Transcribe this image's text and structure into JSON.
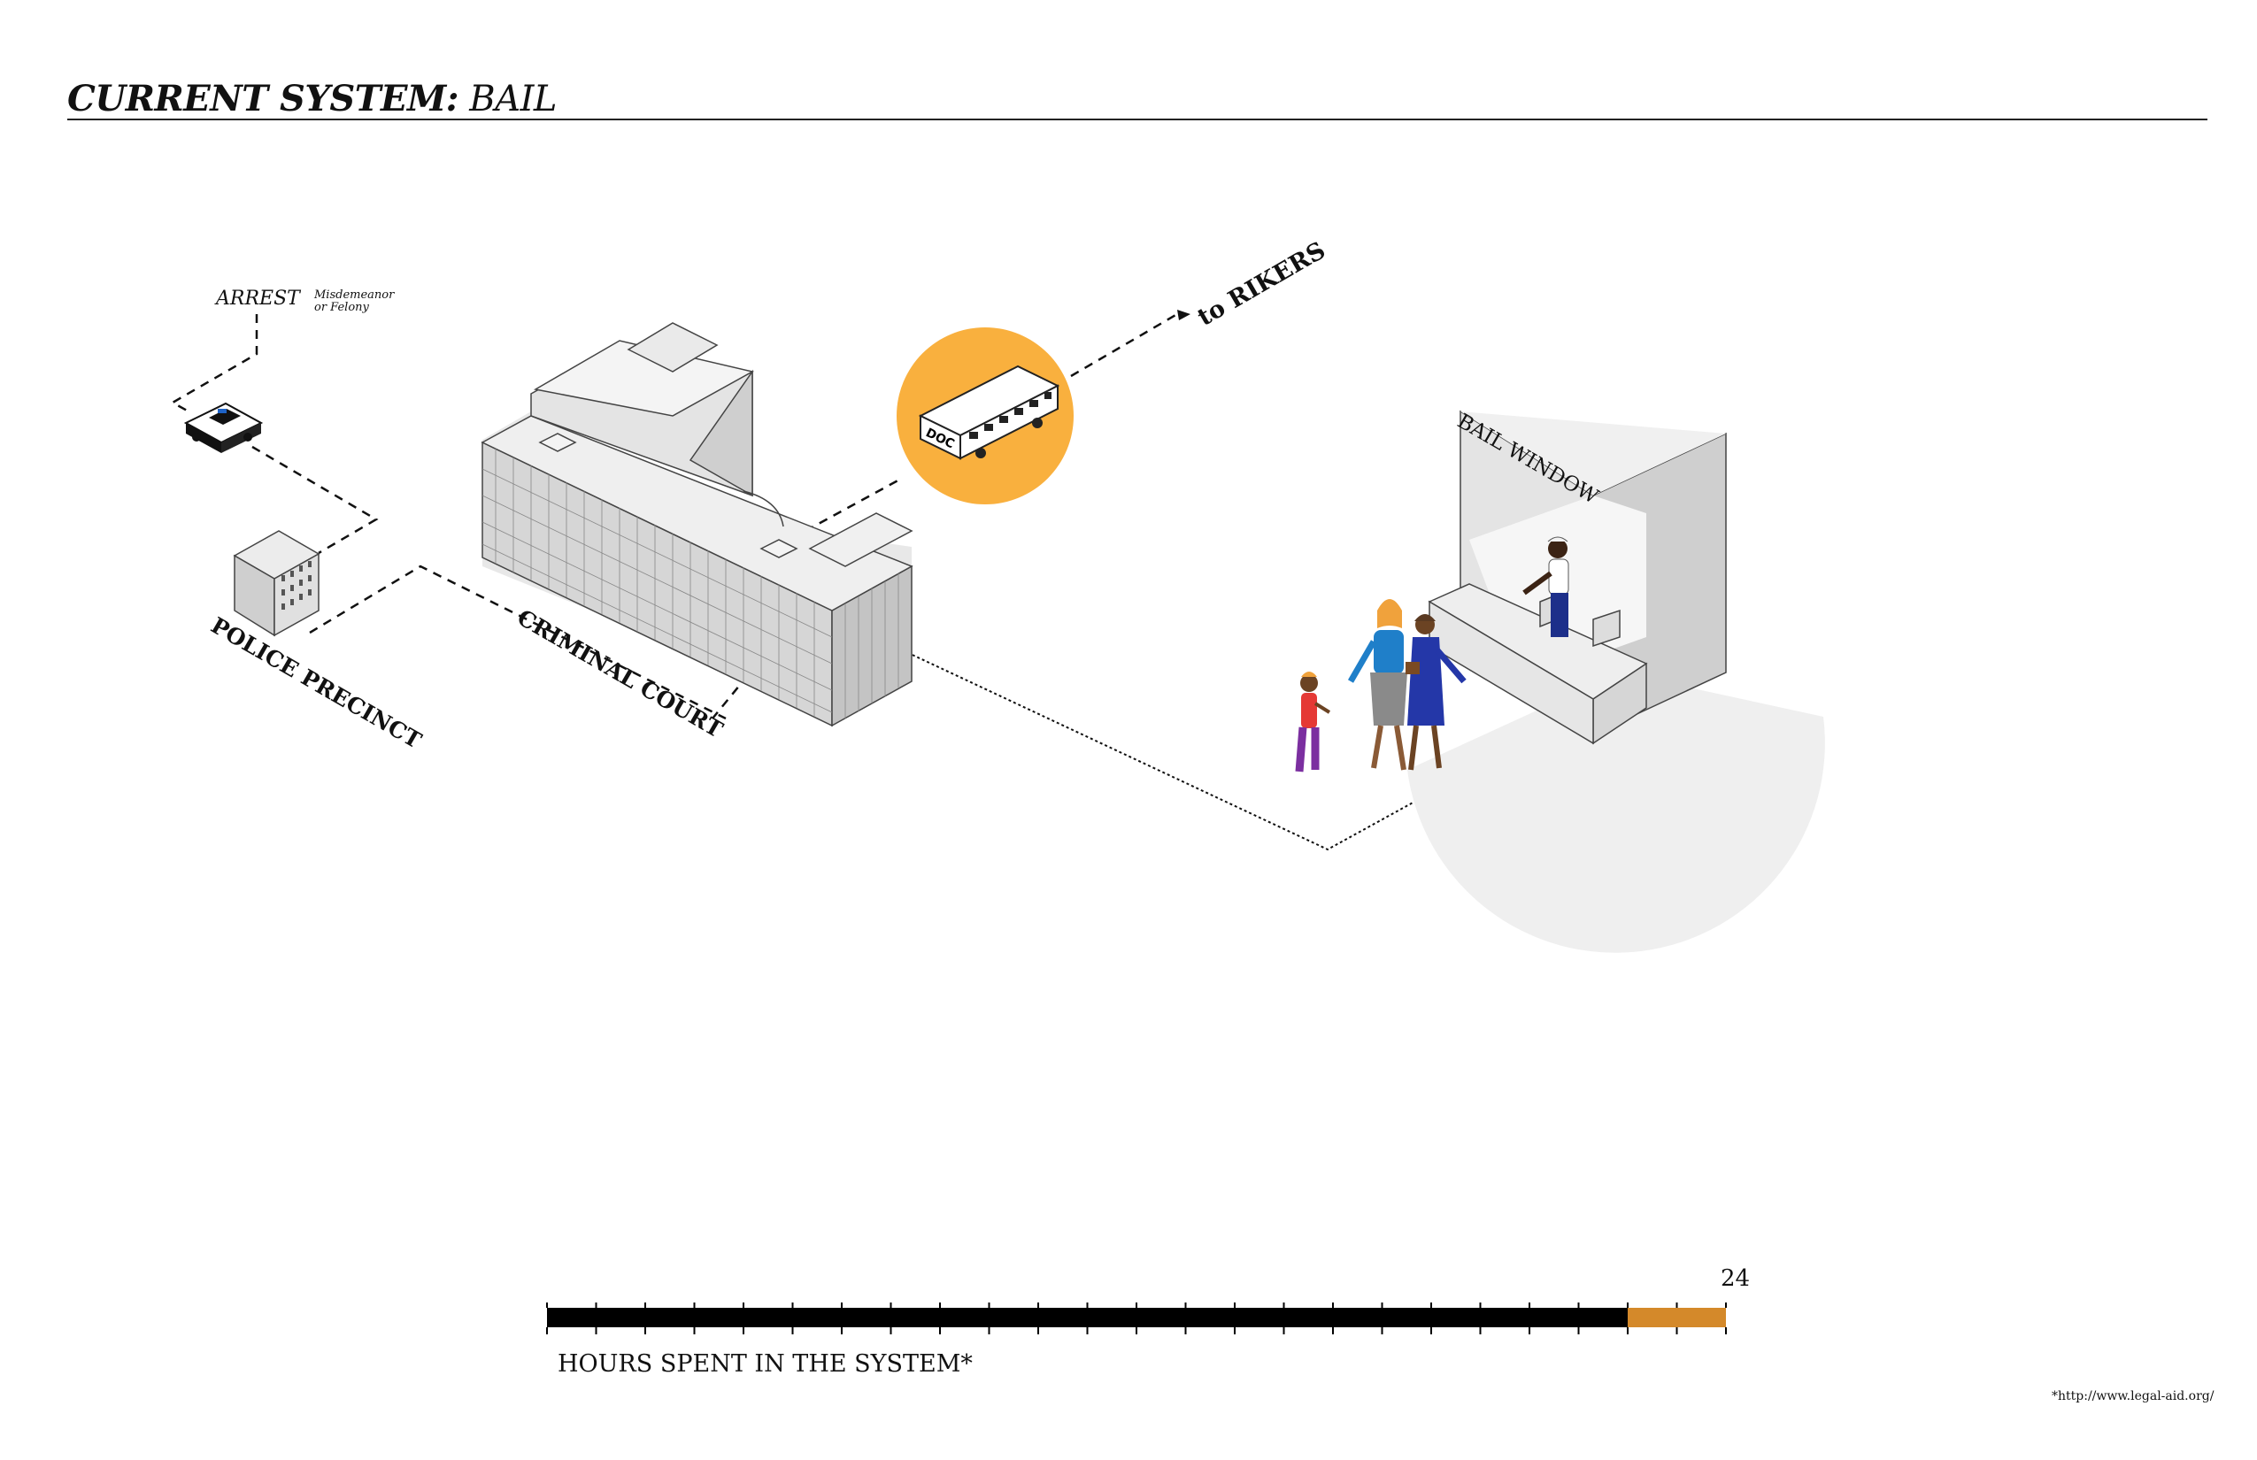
{
  "header": {
    "title_bold": "CURRENT SYSTEM:",
    "title_rest": "BAIL"
  },
  "labels": {
    "arrest": "ARREST",
    "arrest_sub_1": "Misdemeanor",
    "arrest_sub_2": "or Felony",
    "police_precinct": "POLICE PRECINCT",
    "criminal_court": "CRIMINAL COURT",
    "rikers": "to RIKERS",
    "bail_window": "BAIL WINDOW",
    "bus_text": "DOC"
  },
  "timeline": {
    "max_label": "24",
    "max_hours": 24,
    "black_hours": 22,
    "orange_hours": 2,
    "ticks": 25,
    "caption": "HOURS SPENT IN THE SYSTEM*"
  },
  "footnote": "*http://www.legal-aid.org/",
  "colors": {
    "accent_circle": "#F9B03E",
    "timeline_black": "#000000",
    "timeline_orange": "#D4892A",
    "building_light": "#EDEDED",
    "building_mid": "#D8D8D8",
    "building_dark": "#BDBDBD"
  }
}
